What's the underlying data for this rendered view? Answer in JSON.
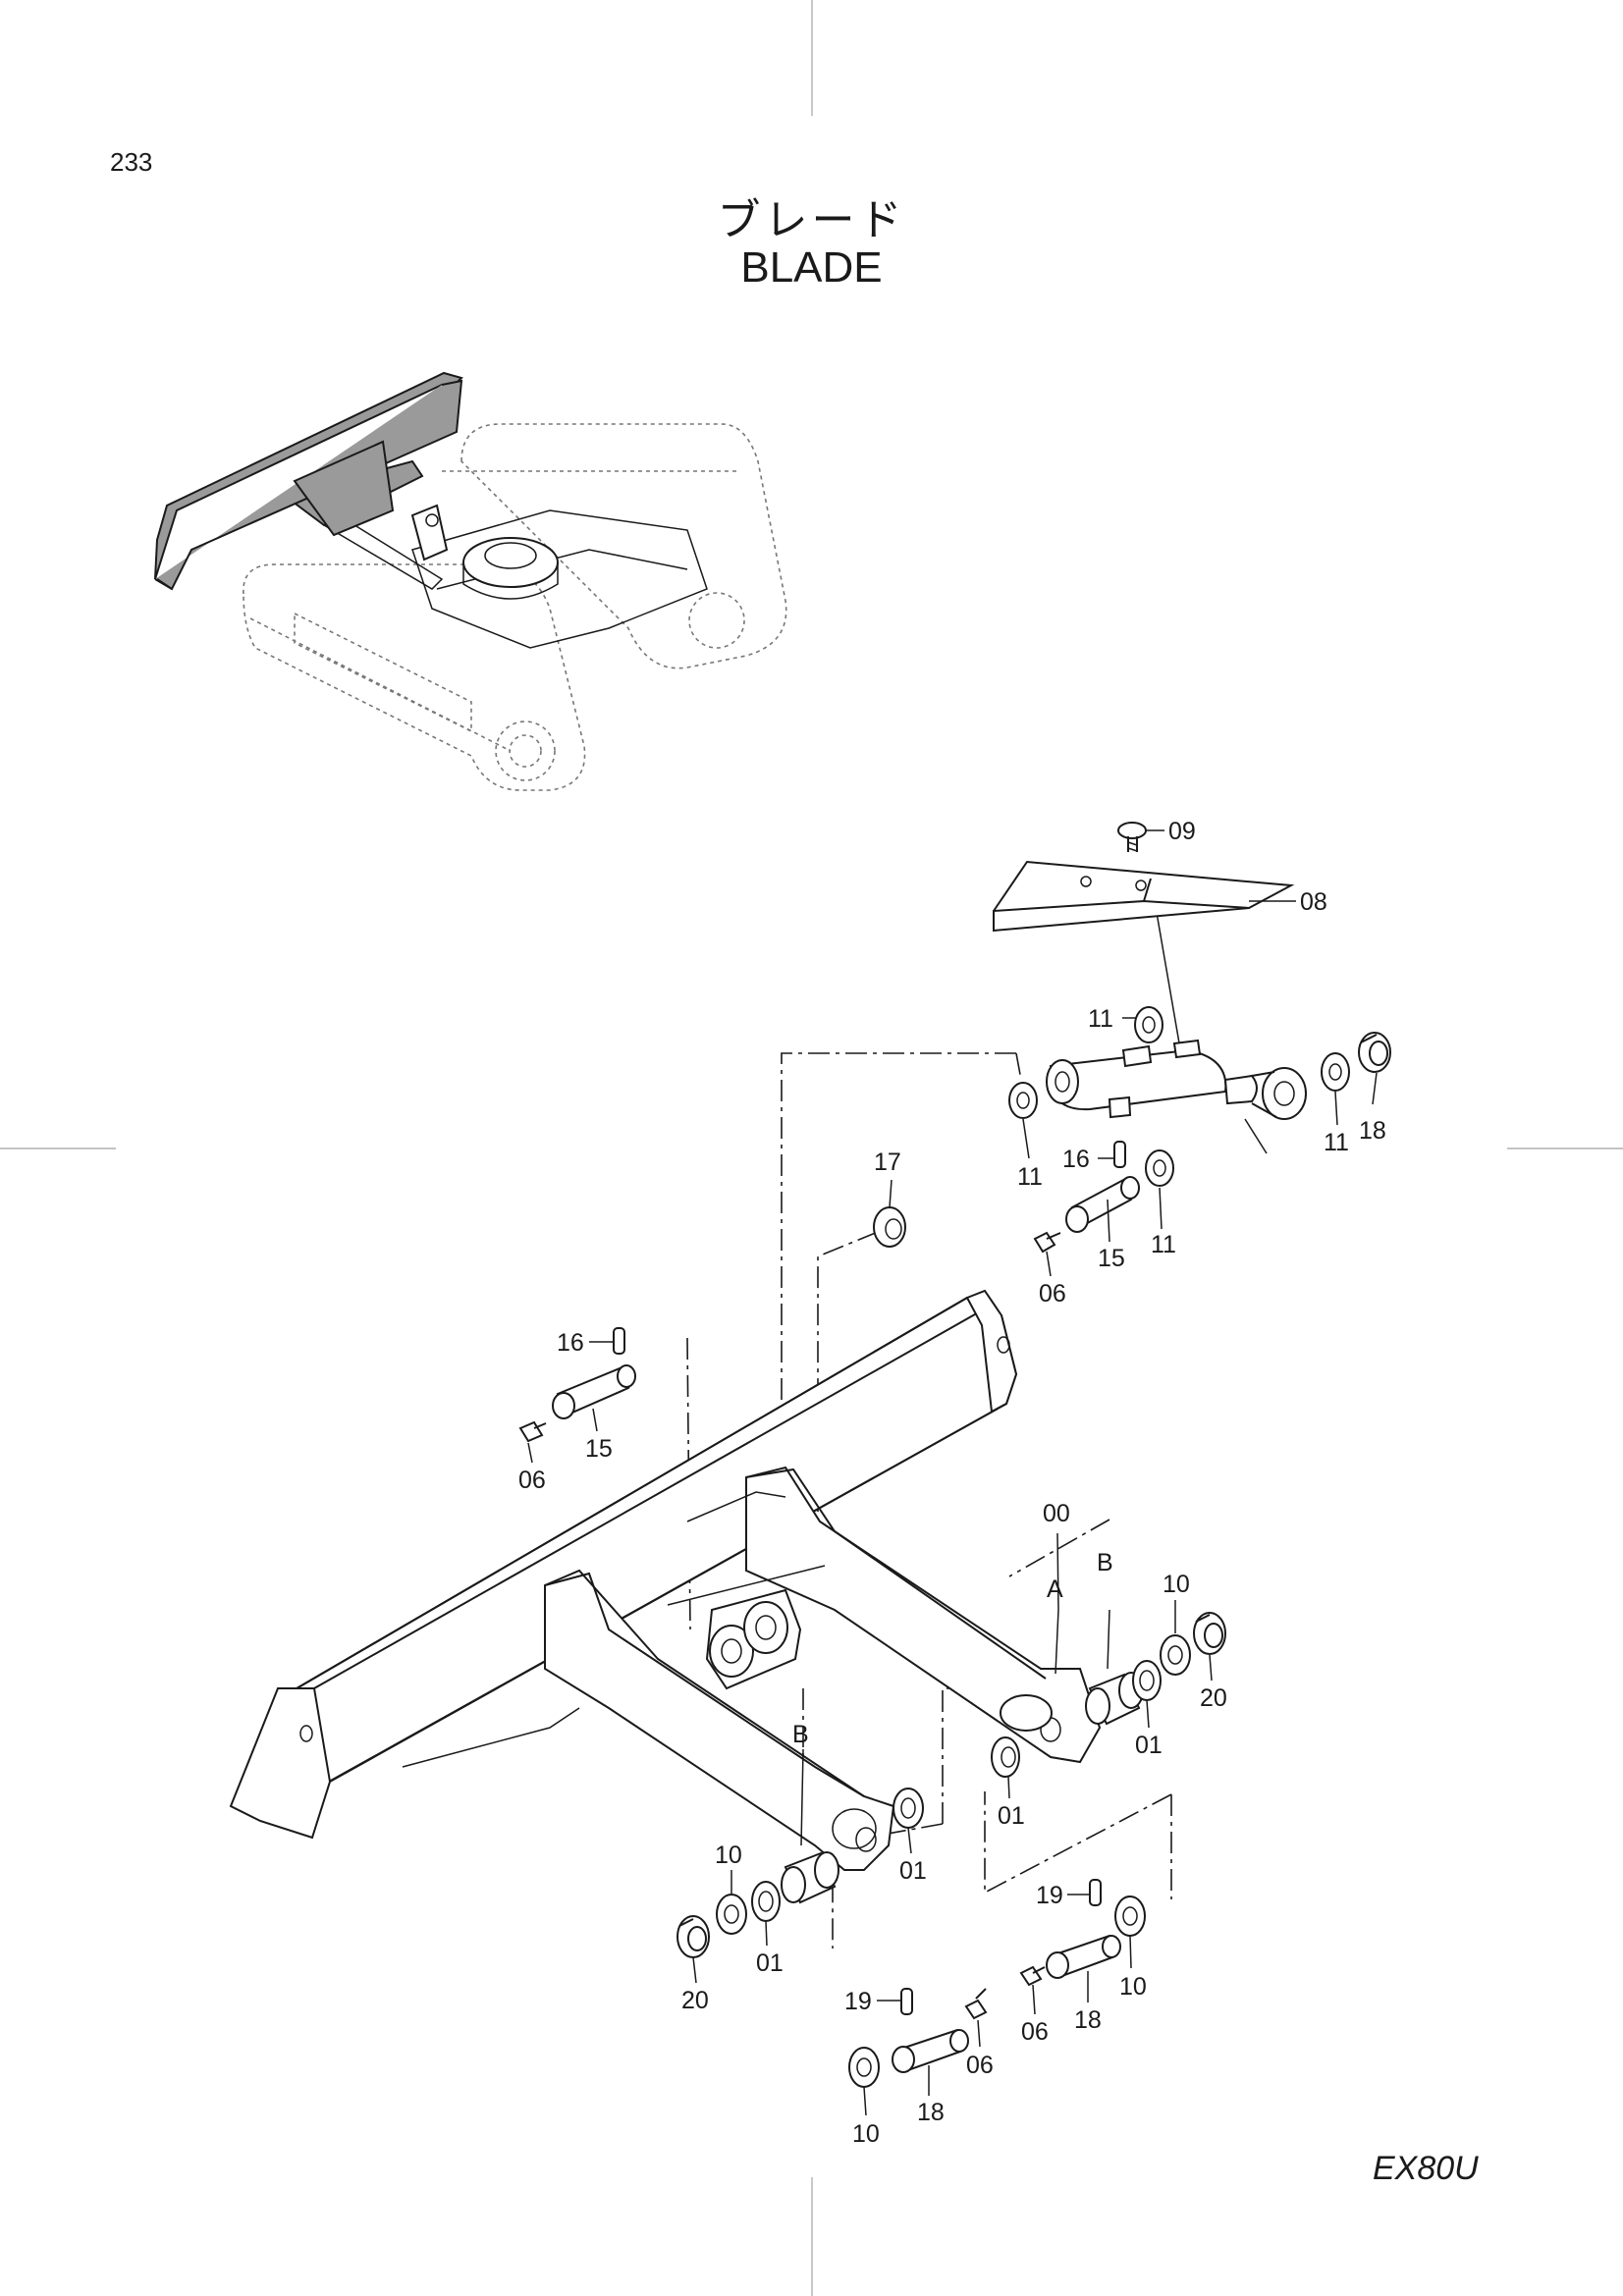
{
  "page": {
    "page_number": "233",
    "title_jp": "ブレード",
    "title_en": "BLADE",
    "model": "EX80U"
  },
  "callouts": {
    "c09": "09",
    "c08": "08",
    "c11a": "11",
    "c11b": "11",
    "c11c": "11",
    "c11d": "11",
    "c18a": "18",
    "c16a": "16",
    "c15a": "15",
    "c06a": "06",
    "c17": "17",
    "c16b": "16",
    "c15b": "15",
    "c06b": "06",
    "c00": "00",
    "cA": "A",
    "cB1": "B",
    "c10a": "10",
    "c01a": "01",
    "c20a": "20",
    "c01b": "01",
    "cB2": "B",
    "c01c": "01",
    "c10b": "10",
    "c01d": "01",
    "c20b": "20",
    "c19a": "19",
    "c10c": "10",
    "c06c": "06",
    "c18b": "18",
    "c19b": "19",
    "c18c": "18",
    "c06d": "06",
    "c10d": "10"
  }
}
